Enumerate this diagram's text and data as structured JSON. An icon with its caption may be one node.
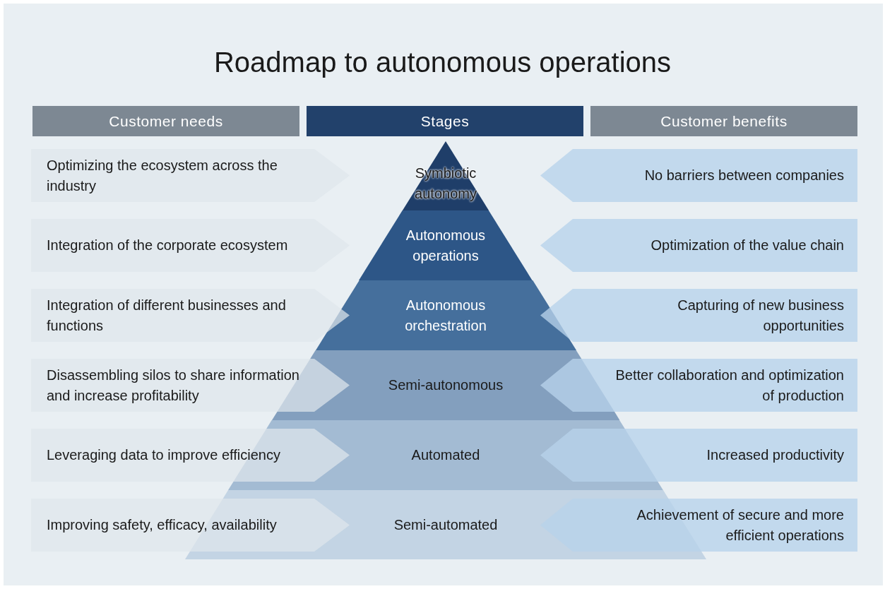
{
  "diagram": {
    "title": "Roadmap to autonomous operations",
    "nodes": [
      {
        "text": [
          "Customer needs"
        ]
      },
      {
        "text": [
          "Stages"
        ]
      },
      {
        "text": [
          "Customer benefits"
        ]
      },
      {
        "text": [
          "Optimizing the ecosystem across the industry"
        ]
      },
      {
        "text": [
          "Symbiotic autonomy"
        ]
      },
      {
        "text": [
          "No barriers between companies"
        ]
      },
      {
        "text": [
          "Integration of the corporate ecosystem"
        ]
      },
      {
        "text": [
          "Autonomous operations"
        ]
      },
      {
        "text": [
          "Optimization of  the value chain"
        ]
      },
      {
        "text": [
          "Integration of different businesses and functions"
        ]
      },
      {
        "text": [
          "Autonomous orchestration"
        ]
      },
      {
        "text": [
          "Capturing of new business opportunities"
        ]
      },
      {
        "text": [
          "Disassembling silos to share information and increase profitability"
        ]
      },
      {
        "text": [
          "Semi-autonomous"
        ]
      },
      {
        "text": [
          "Better collaboration and optimization of production"
        ]
      },
      {
        "text": [
          "Leveraging data to improve efficiency"
        ]
      },
      {
        "text": [
          "Automated"
        ]
      },
      {
        "text": [
          "Increased productivity"
        ]
      },
      {
        "text": [
          "Improving safety, efficacy, availability"
        ]
      },
      {
        "text": [
          "Semi-automated"
        ]
      },
      {
        "text": [
          "Achievement of secure and more efficient operations"
        ]
      }
    ]
  }
}
